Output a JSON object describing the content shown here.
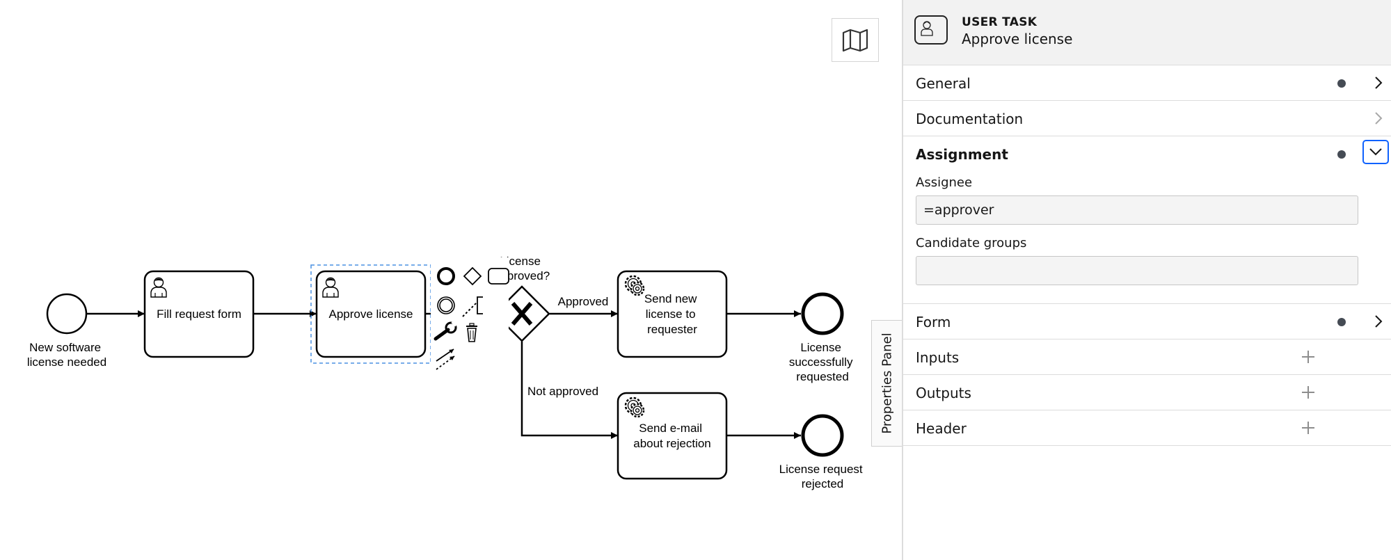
{
  "diagram": {
    "start_event_label": [
      "New software",
      "license needed"
    ],
    "tasks": {
      "fill_request_form": "Fill request form",
      "approve_license": "Approve license",
      "send_new_license": [
        "Send new",
        "license to",
        "requester"
      ],
      "send_rejection": [
        "Send e-mail",
        "about rejection"
      ]
    },
    "gateway_label": [
      "License",
      "approved?"
    ],
    "flows": {
      "approved": "Approved",
      "not_approved": "Not approved"
    },
    "end_events": {
      "success": [
        "License",
        "successfully",
        "requested"
      ],
      "rejected": [
        "License request",
        "rejected"
      ]
    }
  },
  "properties_panel_toggle": "Properties Panel",
  "panel": {
    "element_type": "USER TASK",
    "element_name": "Approve license",
    "groups": {
      "general": "General",
      "documentation": "Documentation",
      "assignment": "Assignment",
      "form": "Form",
      "inputs": "Inputs",
      "outputs": "Outputs",
      "header": "Header"
    },
    "assignee": {
      "label": "Assignee",
      "value": "=approver"
    },
    "candidate_groups": {
      "label": "Candidate groups",
      "value": ""
    }
  },
  "colors": {
    "accent": "#0f62fe",
    "dot": "#454b54",
    "selection": "#4a90e2"
  }
}
